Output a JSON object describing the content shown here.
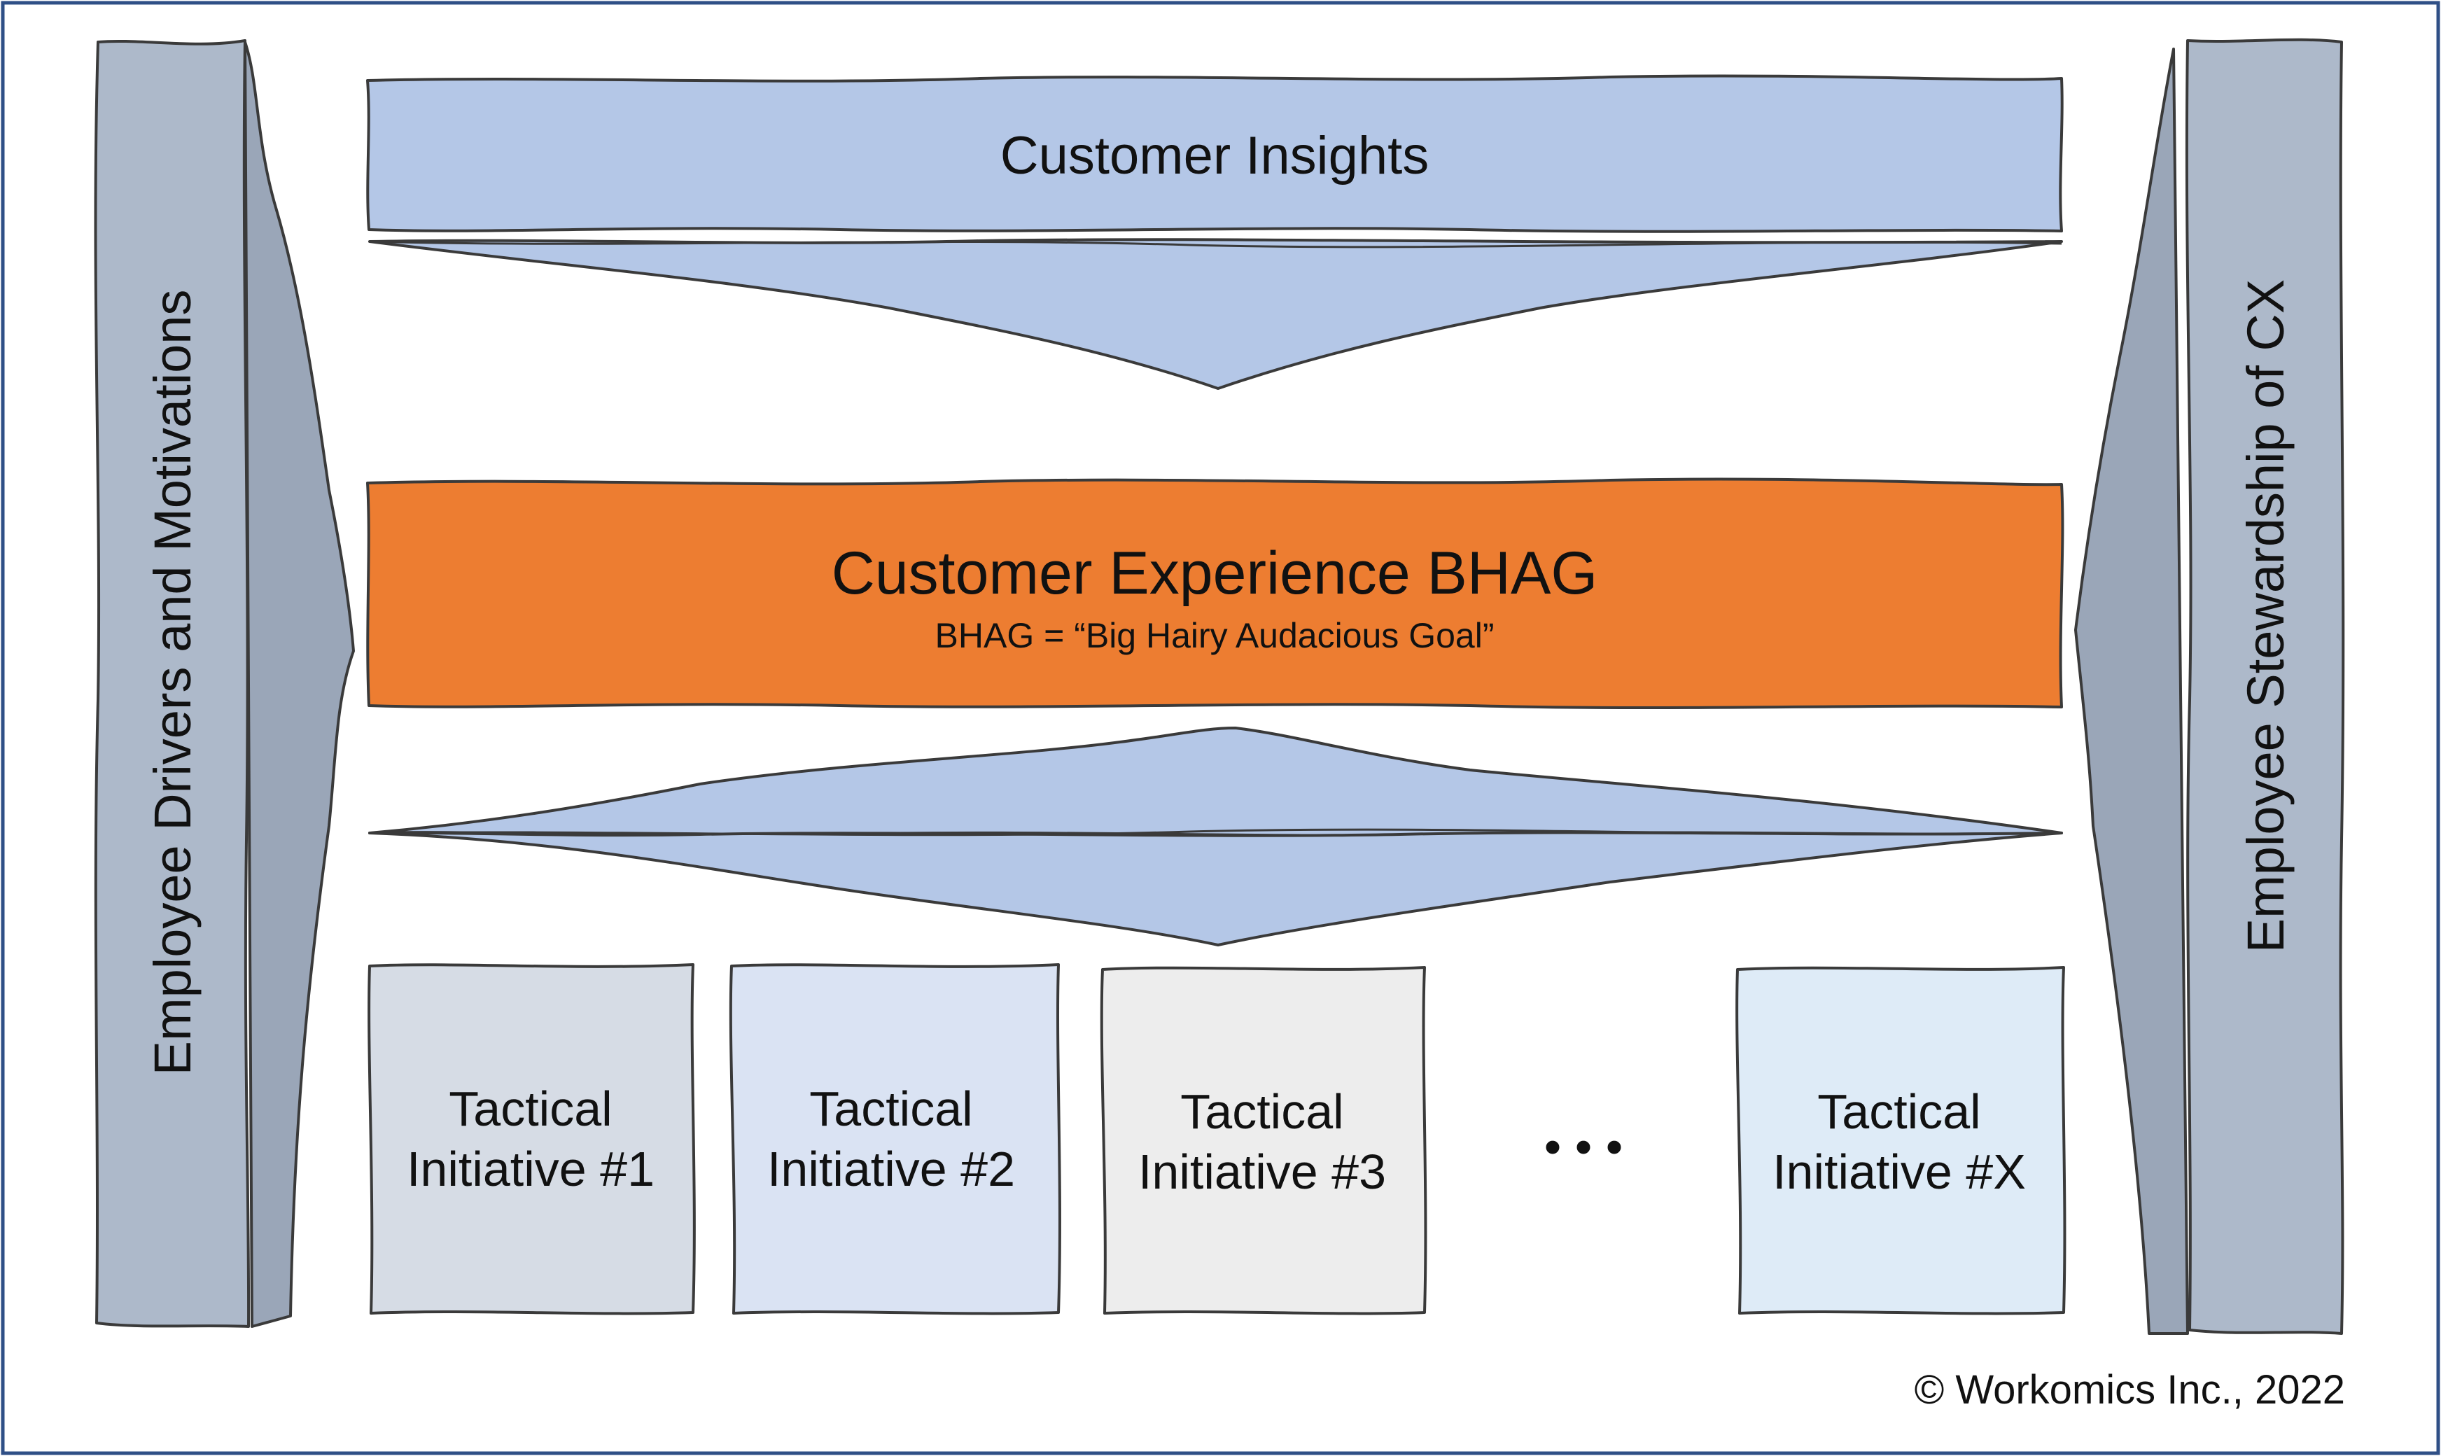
{
  "colors": {
    "frame": "#2f4f86",
    "insights_fill": "#b4c7e7",
    "bhag_fill": "#ed7d31",
    "side_bar_fill": "#adb9ca",
    "side_bar_back": "#9aa6b8",
    "card1_fill": "#d6dce5",
    "card2_fill": "#dae3f3",
    "card3_fill": "#ededed",
    "cardx_fill": "#deebf7",
    "outline": "#3a3a3a"
  },
  "left_bar": {
    "label": "Employee Drivers and Motivations"
  },
  "right_bar": {
    "label": "Employee Stewardship of CX"
  },
  "insights": {
    "label": "Customer Insights"
  },
  "bhag": {
    "title": "Customer Experience BHAG",
    "subtitle": "BHAG = “Big Hairy Audacious Goal”"
  },
  "initiatives": [
    {
      "line1": "Tactical",
      "line2": "Initiative #1"
    },
    {
      "line1": "Tactical",
      "line2": "Initiative #2"
    },
    {
      "line1": "Tactical",
      "line2": "Initiative #3"
    },
    {
      "line1": "Tactical",
      "line2": "Initiative #X"
    }
  ],
  "ellipsis": "• • •",
  "copyright": "© Workomics Inc., 2022"
}
